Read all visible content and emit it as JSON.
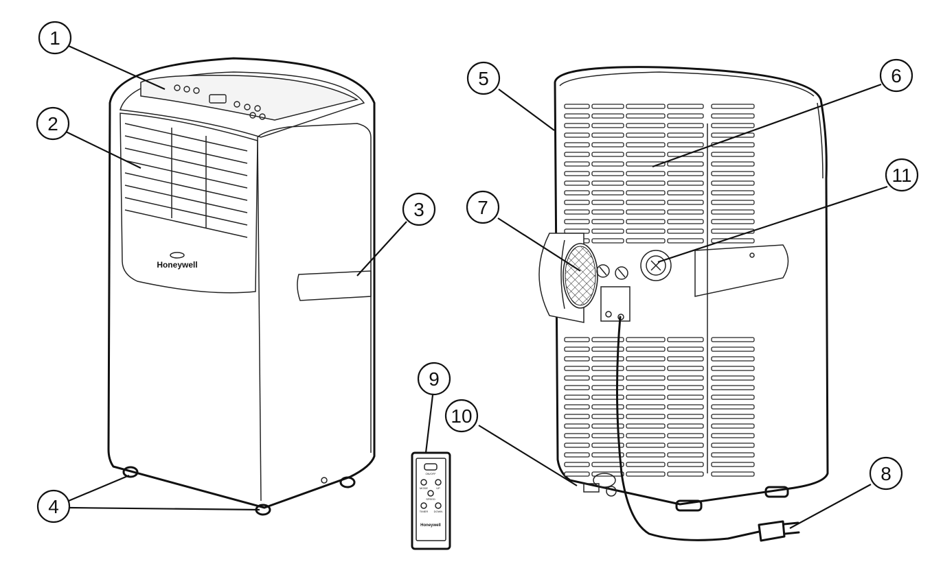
{
  "brand": "Honeywell",
  "callouts": [
    {
      "id": "1",
      "label": "1"
    },
    {
      "id": "2",
      "label": "2"
    },
    {
      "id": "3",
      "label": "3"
    },
    {
      "id": "4",
      "label": "4"
    },
    {
      "id": "5",
      "label": "5"
    },
    {
      "id": "6",
      "label": "6"
    },
    {
      "id": "7",
      "label": "7"
    },
    {
      "id": "8",
      "label": "8"
    },
    {
      "id": "9",
      "label": "9"
    },
    {
      "id": "10",
      "label": "10"
    },
    {
      "id": "11",
      "label": "11"
    }
  ],
  "remote": {
    "brand": "Honeywell",
    "on_off": "ON/OFF",
    "mode": "MODE",
    "up": "UP",
    "speed": "SPEED",
    "timer": "TIMER",
    "down": "DOWN"
  }
}
